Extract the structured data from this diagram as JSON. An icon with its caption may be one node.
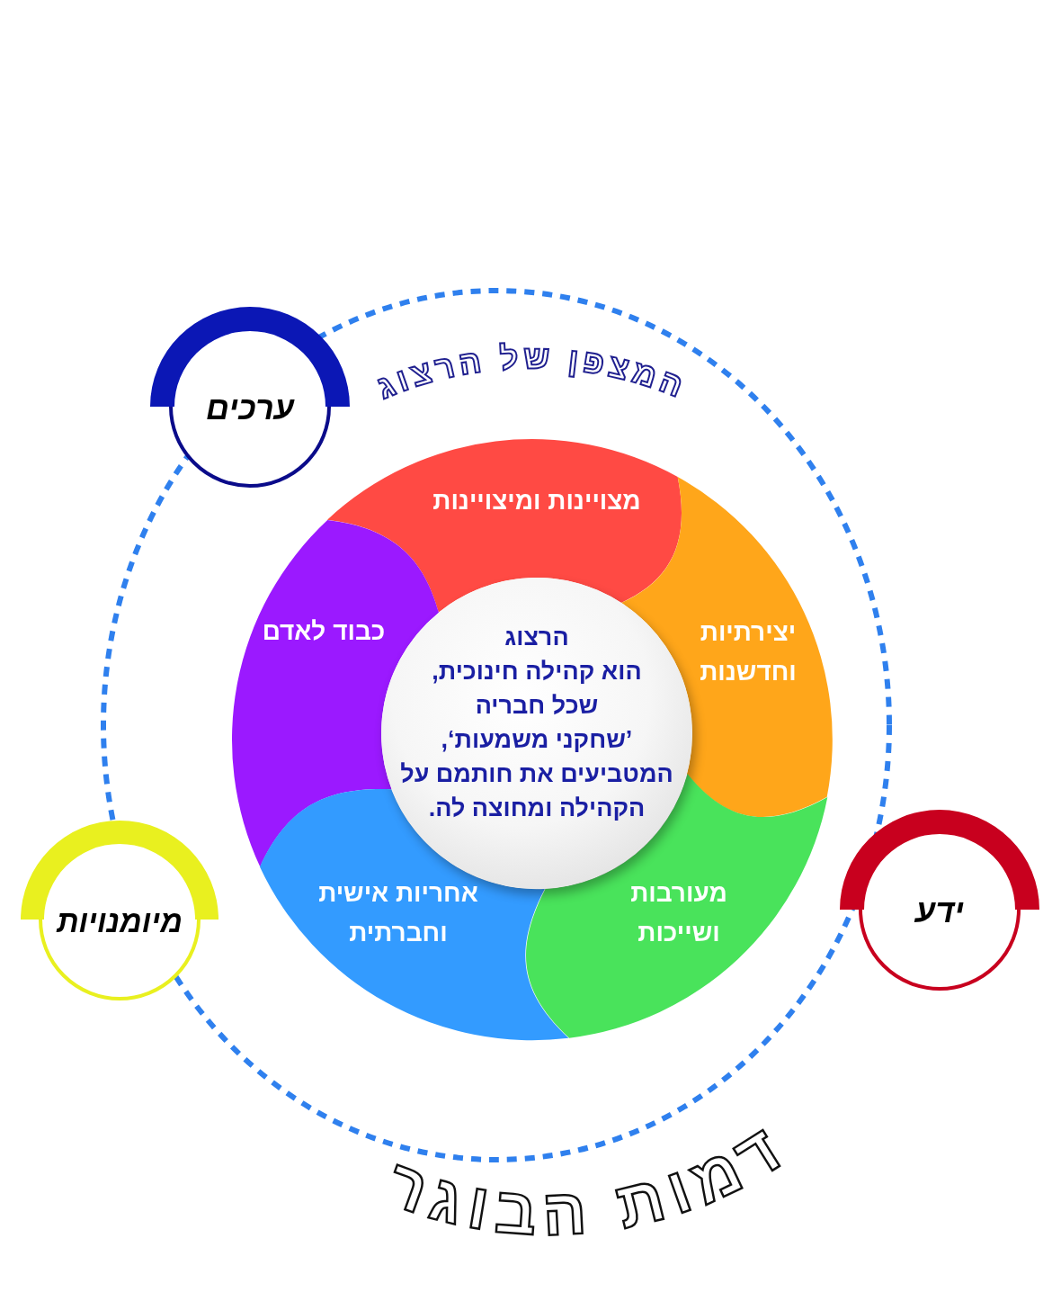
{
  "diagram": {
    "nodes": [
      {
        "text": [
          "ערכים"
        ]
      },
      {
        "text": [
          "מצויינות ומיצויינות"
        ]
      },
      {
        "text": [
          "יצירתיות וחדשנות"
        ]
      },
      {
        "text": [
          "כבוד לאדם"
        ]
      },
      {
        "text": [
          "הרצוג הוא קהילה חינוכית, שכל חבריה ’שחקני משמעות‘, המטביעים את חותמם על הקהילה ומחוצה לה."
        ]
      },
      {
        "text": [
          "ידע"
        ]
      },
      {
        "text": [
          "מעורבות ושייכות"
        ]
      },
      {
        "text": [
          "אחריות אישית וחברתית"
        ]
      },
      {
        "text": [
          "מיומנויות"
        ]
      }
    ],
    "labels": [
      "המצפן של הרצוג",
      "דמות הבוגר"
    ]
  }
}
